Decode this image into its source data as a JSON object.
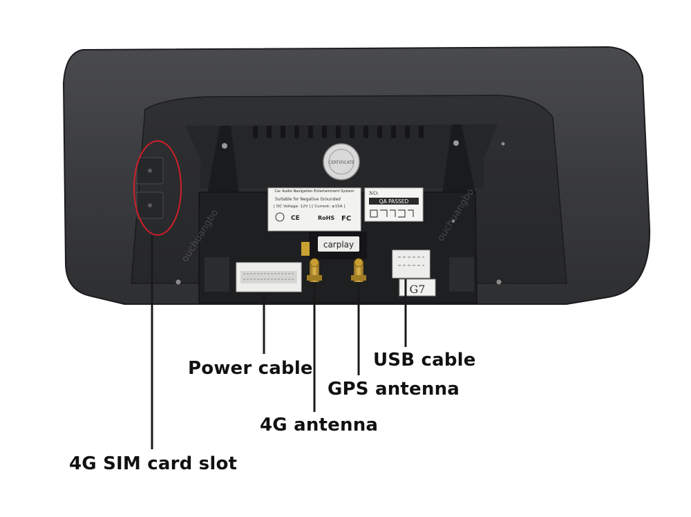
{
  "product_back": {
    "certificate_seal_text": "CERTIFICATE",
    "spec_label": {
      "title": "Car Audio Navigation Entertainment System",
      "line1": "Suitable for Negative Grounded",
      "line2": "[ DC Voltage: 12V ]  [ Current: ≤15A ]",
      "marks": [
        "CE",
        "RoHS",
        "FC"
      ]
    },
    "qa_sticker": {
      "number_prefix": "NO:",
      "status": "QA PASSED"
    },
    "carplay_tag": "carplay",
    "usb_tag": "G7",
    "watermark": "ouchuangbo"
  },
  "callouts": {
    "power": "Power cable",
    "usb": "USB cable",
    "gps": "GPS antenna",
    "antenna_4g": "4G antenna",
    "sim": "4G SIM card slot"
  },
  "colors": {
    "housing": "#3a3b3d",
    "housing_dark": "#2a2b2d",
    "panel": "#1e1f21",
    "sticker": "#f2f2f0",
    "sim_circle": "#d11f2a",
    "pointer_line": "#1a1a1a",
    "brass": "#c69a2e"
  }
}
